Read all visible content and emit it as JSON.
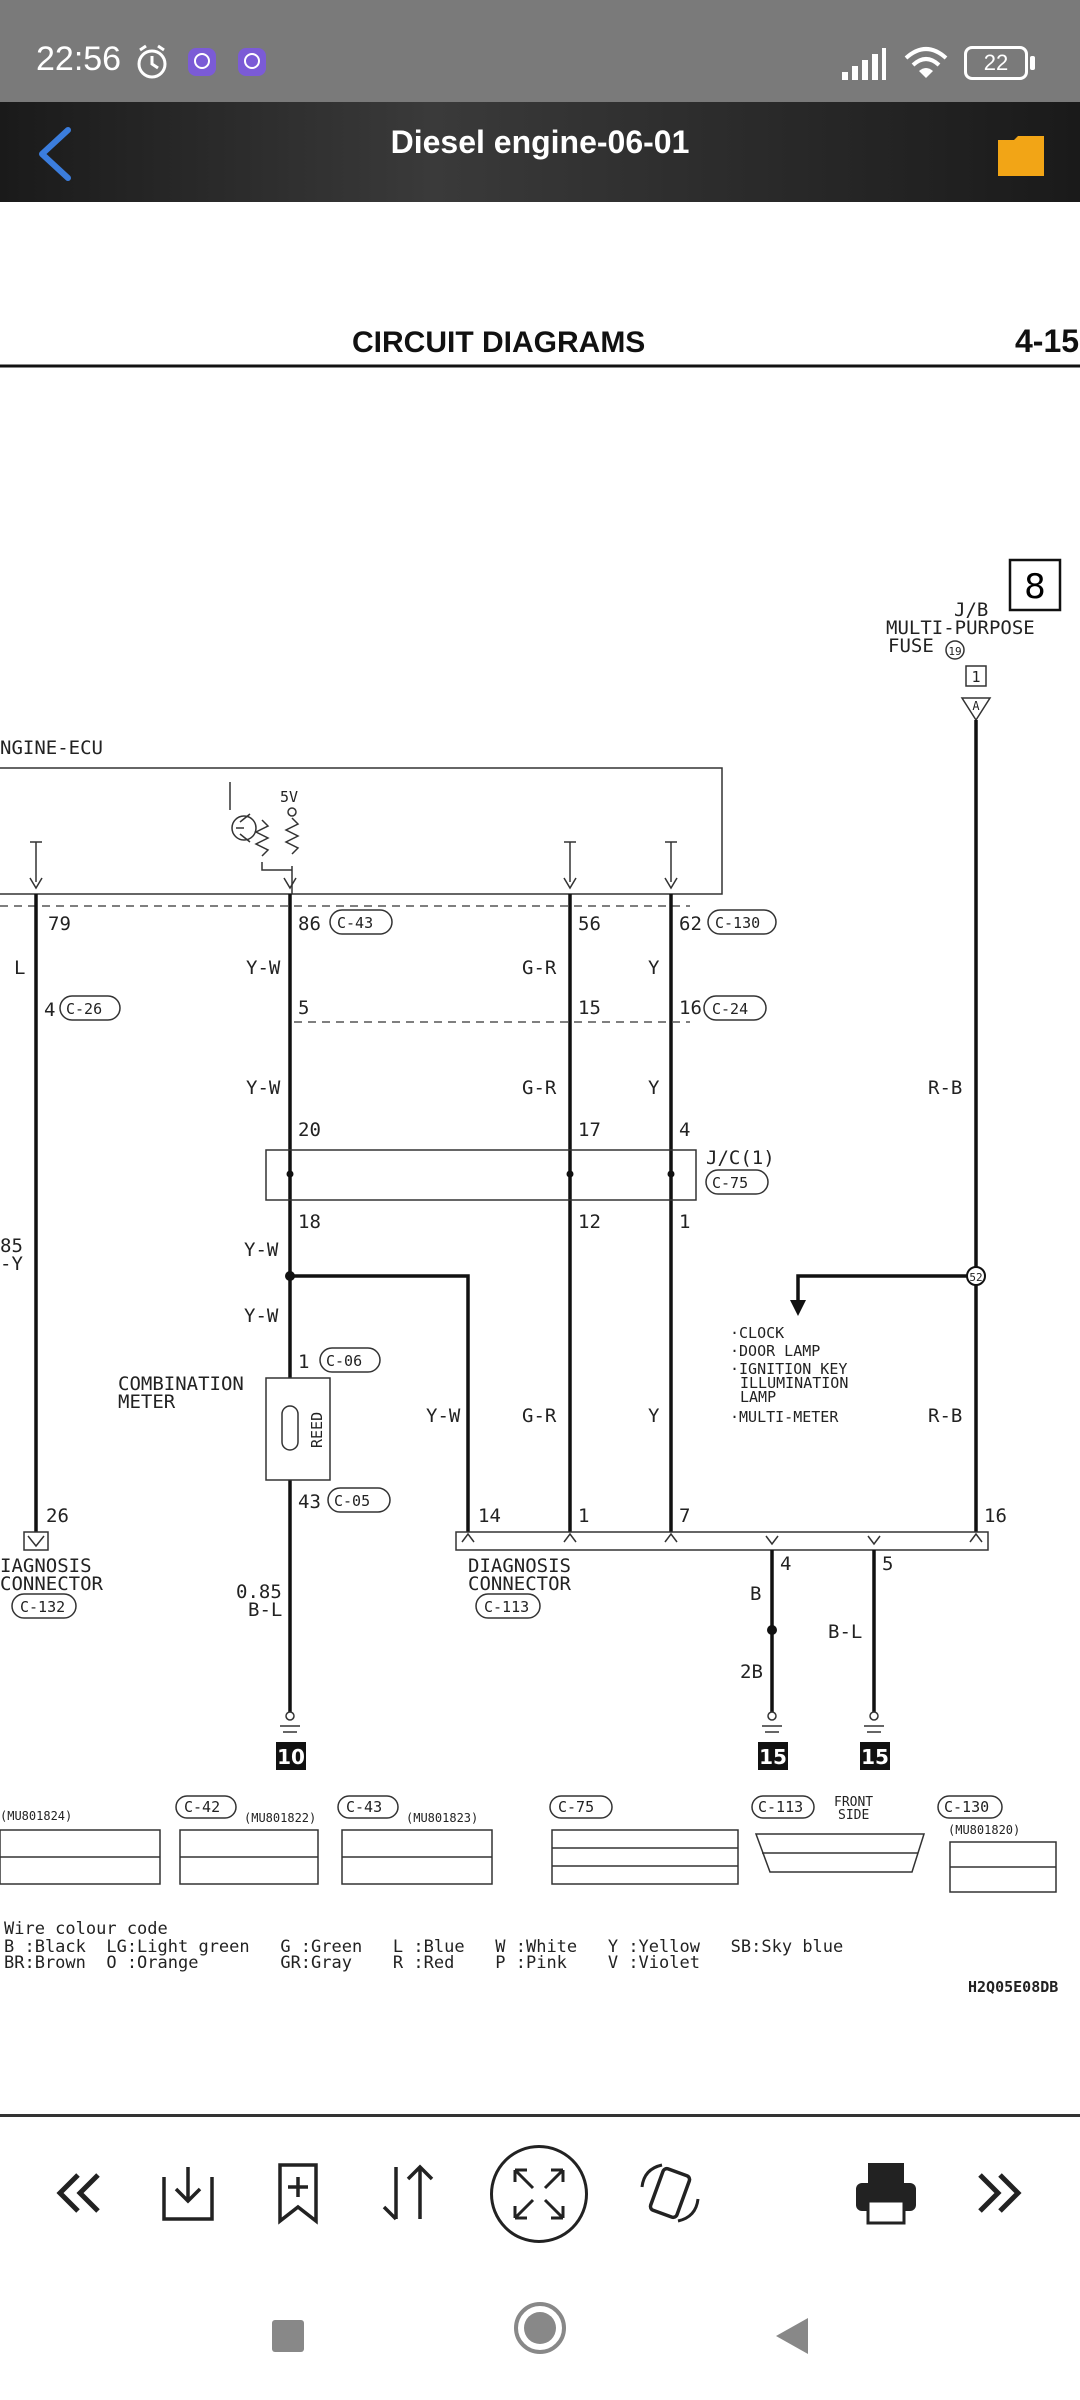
{
  "status_bar": {
    "time": "22:56",
    "battery": "22"
  },
  "app_bar": {
    "title": "Diesel engine-06-01"
  },
  "page_header": {
    "section": "CIRCUIT DIAGRAMS",
    "page_number": "4-15"
  },
  "diagram": {
    "fuse_box_number": "8",
    "jb_label": "J/B",
    "mp_fuse_label": "MULTI-PURPOSE",
    "fuse_label": "FUSE",
    "fuse_number": "19",
    "ecu_label": "NGINE-ECU",
    "five_v": "5V",
    "pins": {
      "p79": "79",
      "p86": "86",
      "p56": "56",
      "p62": "62",
      "p5": "5",
      "p15": "15",
      "p16": "16",
      "p4a": "4",
      "p20": "20",
      "p17": "17",
      "p4b": "4",
      "p18": "18",
      "p12": "12",
      "p1a": "1",
      "p1b": "1",
      "p43": "43",
      "p26": "26",
      "p14": "14",
      "p1c": "1",
      "p7": "7",
      "p4c": "4",
      "p5b": "5",
      "p16b": "16",
      "box1": "1",
      "conn_a": "A",
      "splice": "52"
    },
    "connectors": {
      "c43": "C-43",
      "c130": "C-130",
      "c26": "C-26",
      "c24": "C-24",
      "c75": "C-75",
      "c06": "C-06",
      "c05": "C-05",
      "c132": "C-132",
      "c113": "C-113"
    },
    "wires": {
      "L": "L",
      "YW": "Y-W",
      "GR": "G-R",
      "Y": "Y",
      "RB": "R-B",
      "w085a": "85",
      "wYa": "-Y",
      "w085b": "0.85",
      "BL": "B-L",
      "B": "B",
      "B2": "2B",
      "BL2": "B-L"
    },
    "jc_label": "J/C(1)",
    "combination_meter": [
      "COMBINATION",
      "METER"
    ],
    "reed": "REED",
    "diag_conn_left": [
      "IAGNOSIS",
      "CONNECTOR"
    ],
    "diag_conn_right": [
      "DIAGNOSIS",
      "CONNECTOR"
    ],
    "note_list": [
      "·CLOCK",
      "·DOOR LAMP",
      "·IGNITION KEY",
      "ILLUMINATION",
      "LAMP",
      "·MULTI-METER"
    ],
    "grounds": [
      "10",
      "15",
      "15"
    ],
    "connector_views": {
      "mu1824": "(MU801824)",
      "c42": "C-42",
      "mu1822": "(MU801822)",
      "c43b": "C-43",
      "mu1823": "(MU801823)",
      "c75b": "C-75",
      "c113b": "C-113",
      "front_side": [
        "FRONT",
        "SIDE"
      ],
      "c130b": "C-130",
      "mu1820": "(MU801820)"
    },
    "color_code_title": "Wire colour code",
    "color_codes": [
      "B :Black  LG:Light green   G :Green   L :Blue   W :White   Y :Yellow   SB:Sky blue",
      "BR:Brown  O :Orange        GR:Gray    R :Red    P :Pink    V :Violet"
    ],
    "figure_code": "H2Q05E08DB"
  }
}
